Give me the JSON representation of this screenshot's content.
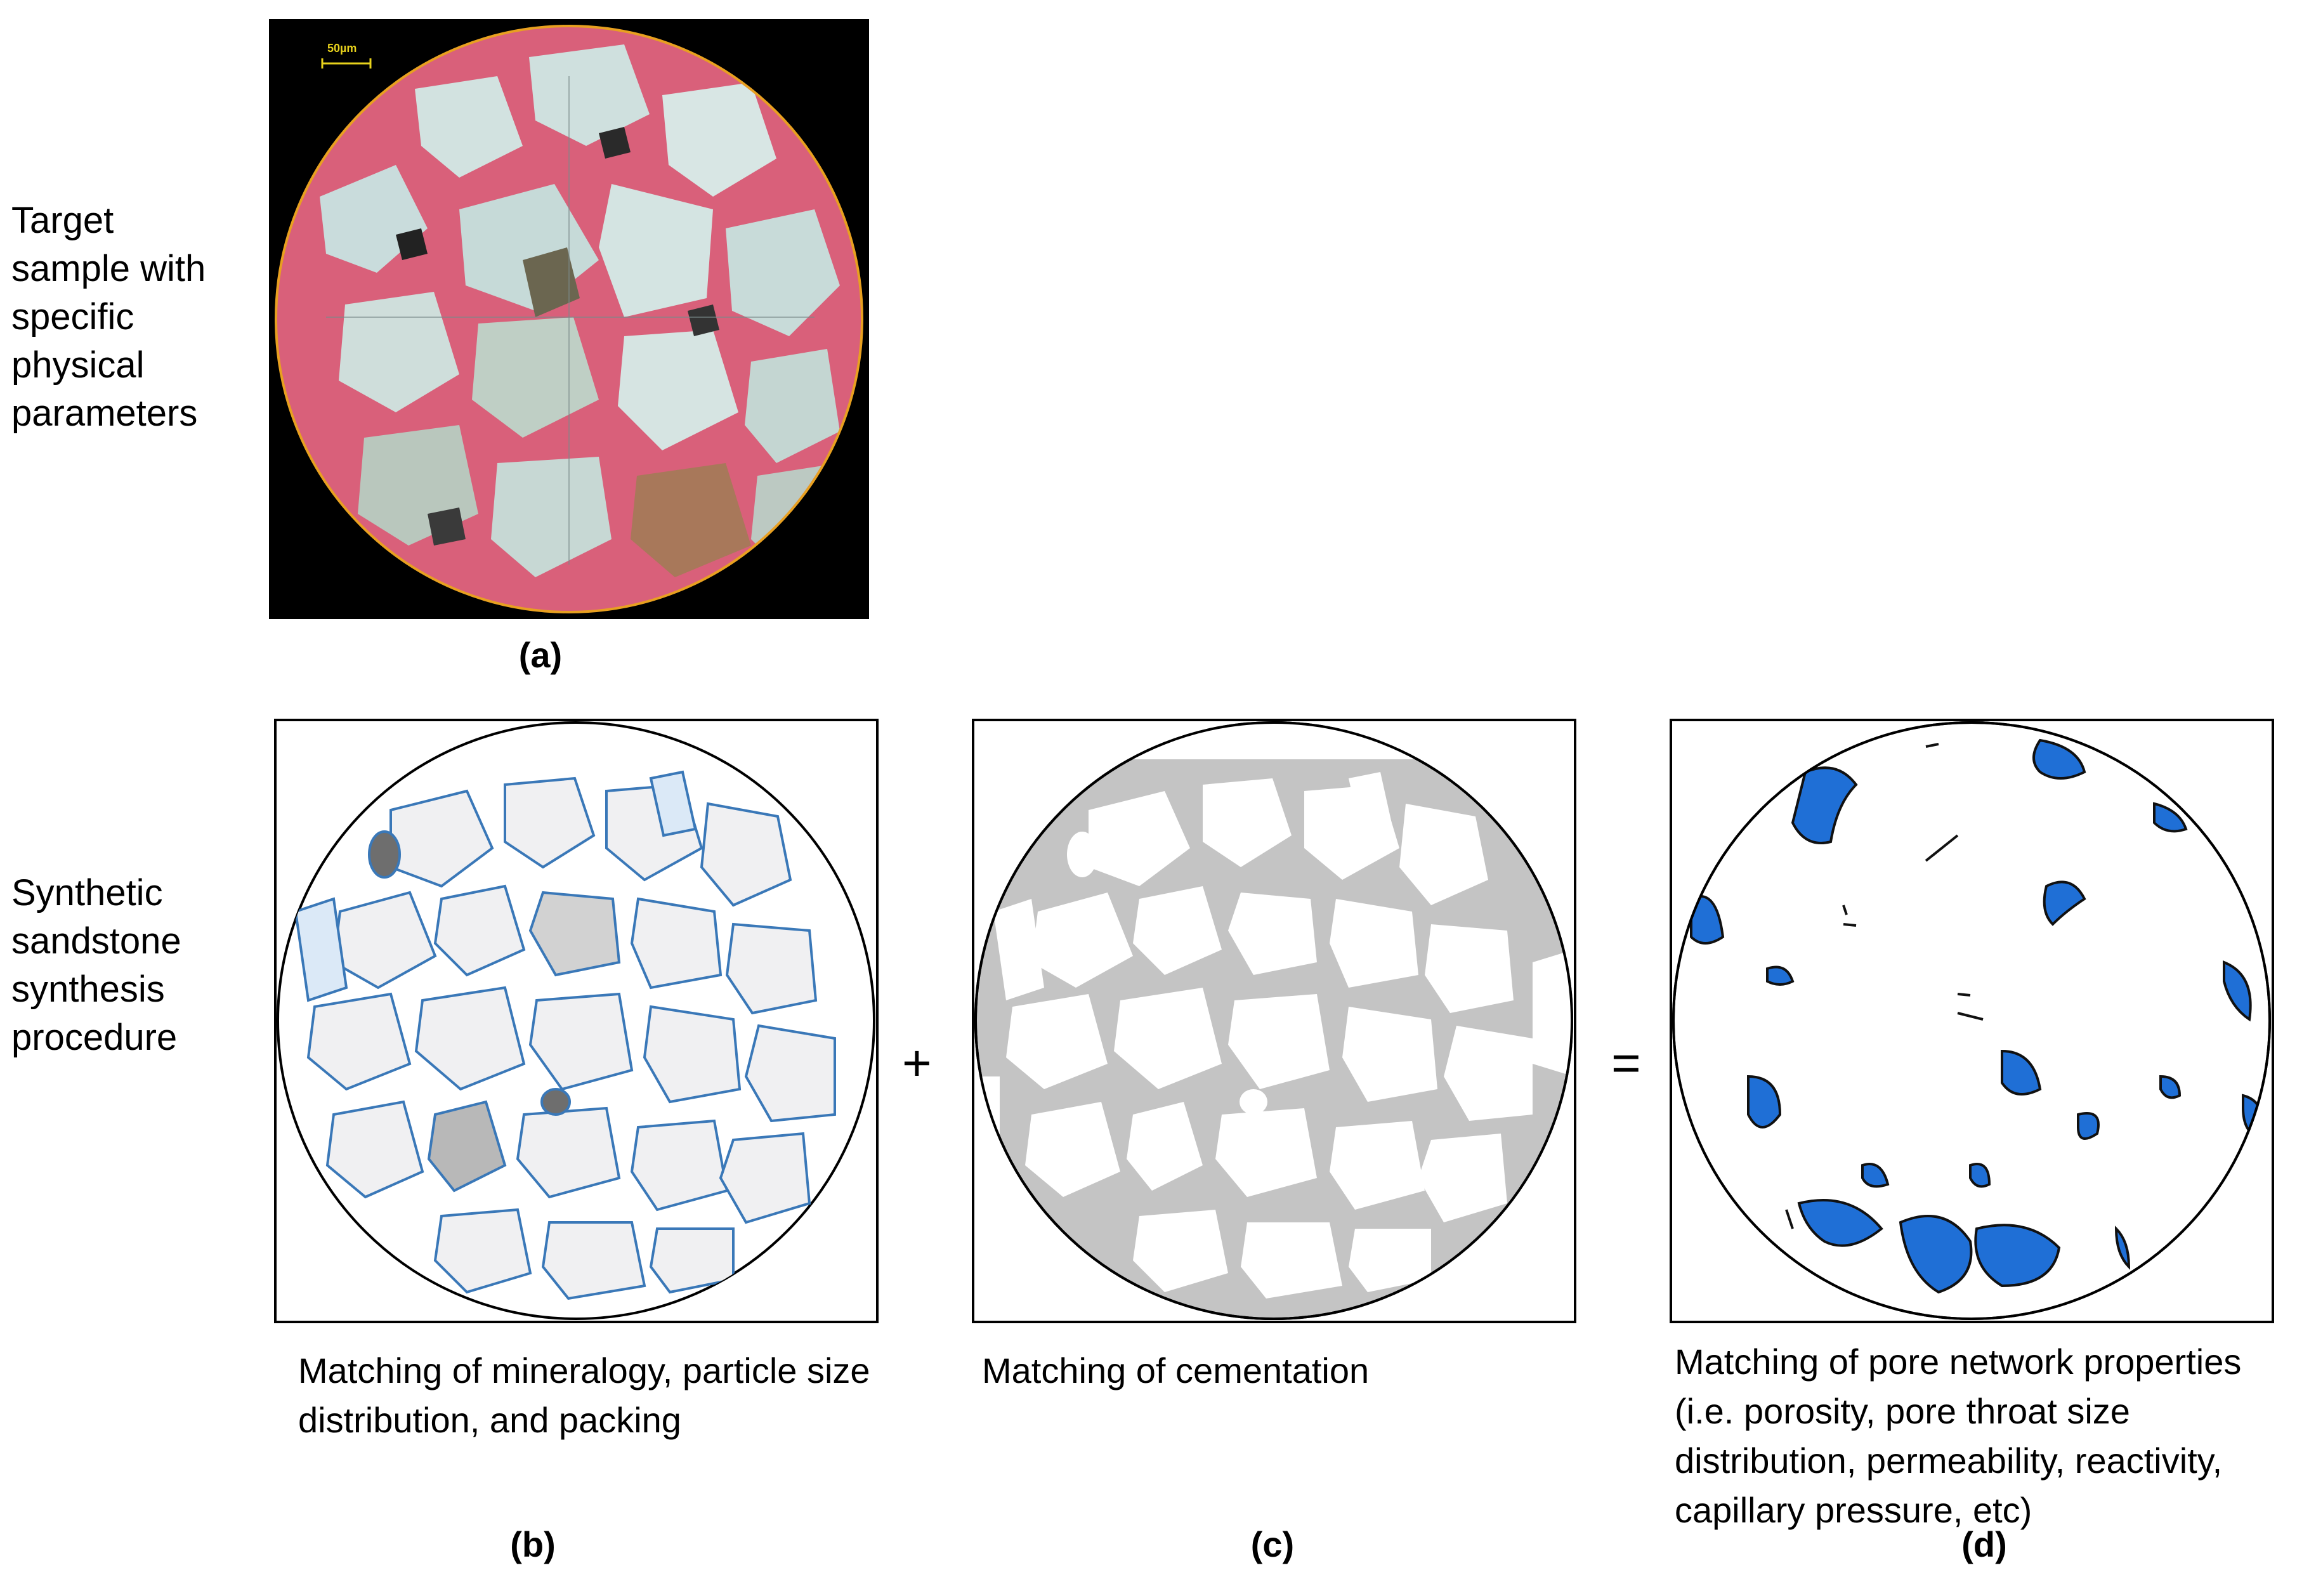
{
  "labels": {
    "target": "Target sample with specific physical parameters",
    "synthetic": "Synthetic sandstone synthesis procedure"
  },
  "panels": {
    "a": {
      "label": "(a)",
      "scale_bar": "50µm"
    },
    "b": {
      "label": "(b)",
      "caption": "Matching of mineralogy, particle size distribution, and packing"
    },
    "c": {
      "label": "(c)",
      "caption": "Matching of cementation"
    },
    "d": {
      "label": "(d)",
      "caption": "Matching of pore network properties (i.e. porosity,  pore throat size distribution, permeability, reactivity, capillary pressure, etc)"
    }
  },
  "operators": {
    "plus": "+",
    "equals": "="
  },
  "colors": {
    "grain_outline": "#3a78b8",
    "grain_fill": "#f0f0f2",
    "grain_light_blue": "#dbe9f7",
    "grain_dark": "#8a8a8a",
    "cement_gray": "#c4c4c4",
    "pore_blue": "#1f6fd6",
    "stain_pink": "#d9607a",
    "scale_yellow": "#e8d21c"
  }
}
